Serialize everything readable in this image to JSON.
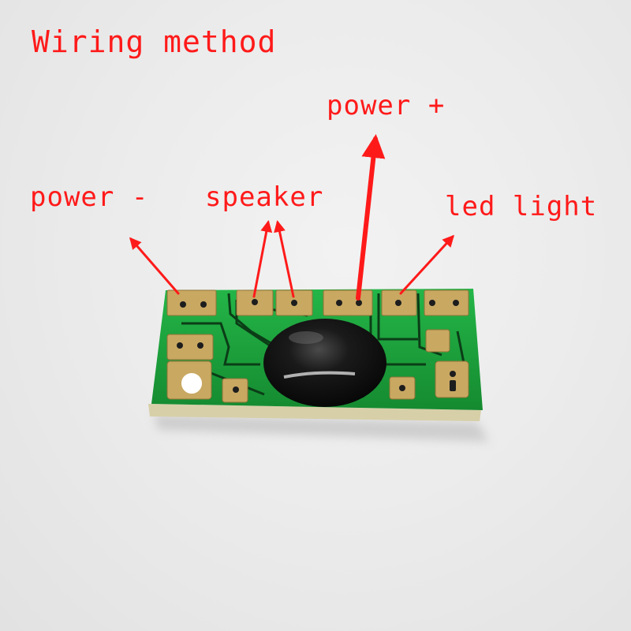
{
  "title": "Wiring method",
  "labels": {
    "power_plus": "power +",
    "power_minus": "power -",
    "speaker": "speaker",
    "led_light": "led light"
  },
  "colors": {
    "annotation": "#ff1a1a",
    "pcb_green": "#1aa33a",
    "solder_pad": "#c9a862",
    "epoxy_blob": "#111111",
    "background": "#ececec"
  }
}
